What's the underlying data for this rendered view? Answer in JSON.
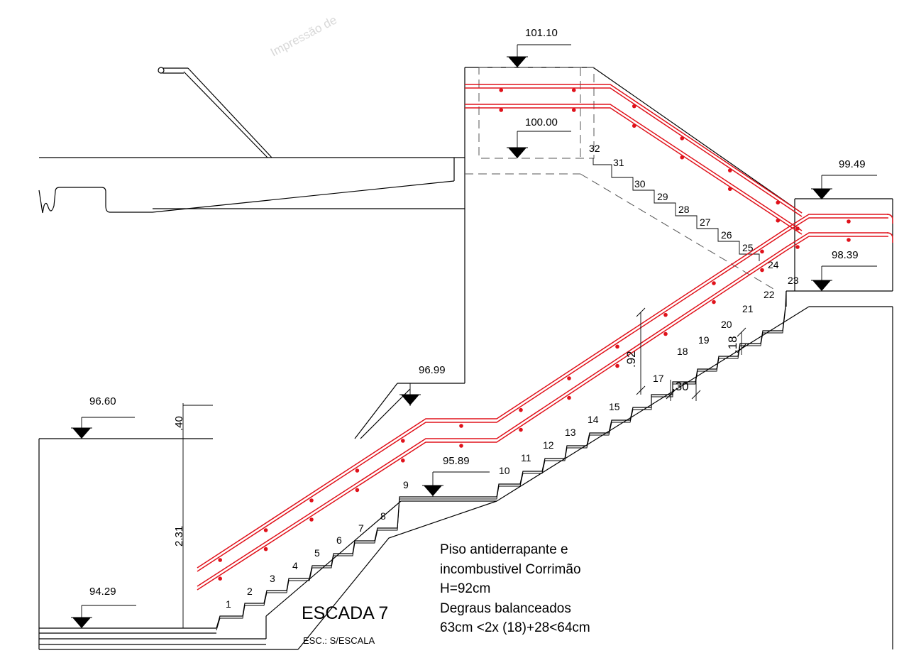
{
  "title": "ESCADA 7",
  "scale": "ESC.: S/ESCALA",
  "watermark": "Impressão de",
  "levels": [
    "101.10",
    "100.00",
    "99.49",
    "98.39",
    "96.99",
    "96.60",
    "95.89",
    "94.29"
  ],
  "dimensions": {
    "guard_height": ".40",
    "wall_height": "2.31",
    "rail_height": ".92",
    "riser": ".18",
    "tread": ".30"
  },
  "steps": [
    "1",
    "2",
    "3",
    "4",
    "5",
    "6",
    "7",
    "8",
    "9",
    "10",
    "11",
    "12",
    "13",
    "14",
    "15",
    "17",
    "18",
    "19",
    "20",
    "21",
    "22",
    "23",
    "24",
    "25",
    "26",
    "27",
    "28",
    "29",
    "30",
    "31",
    "32"
  ],
  "notes": [
    "Piso antiderrapante e",
    "incombustivel Corrimão",
    "H=92cm",
    "Degraus balanceados",
    "63cm <2x (18)+28<64cm"
  ],
  "colors": {
    "handrail": "#e0121b",
    "lines": "#000000"
  }
}
